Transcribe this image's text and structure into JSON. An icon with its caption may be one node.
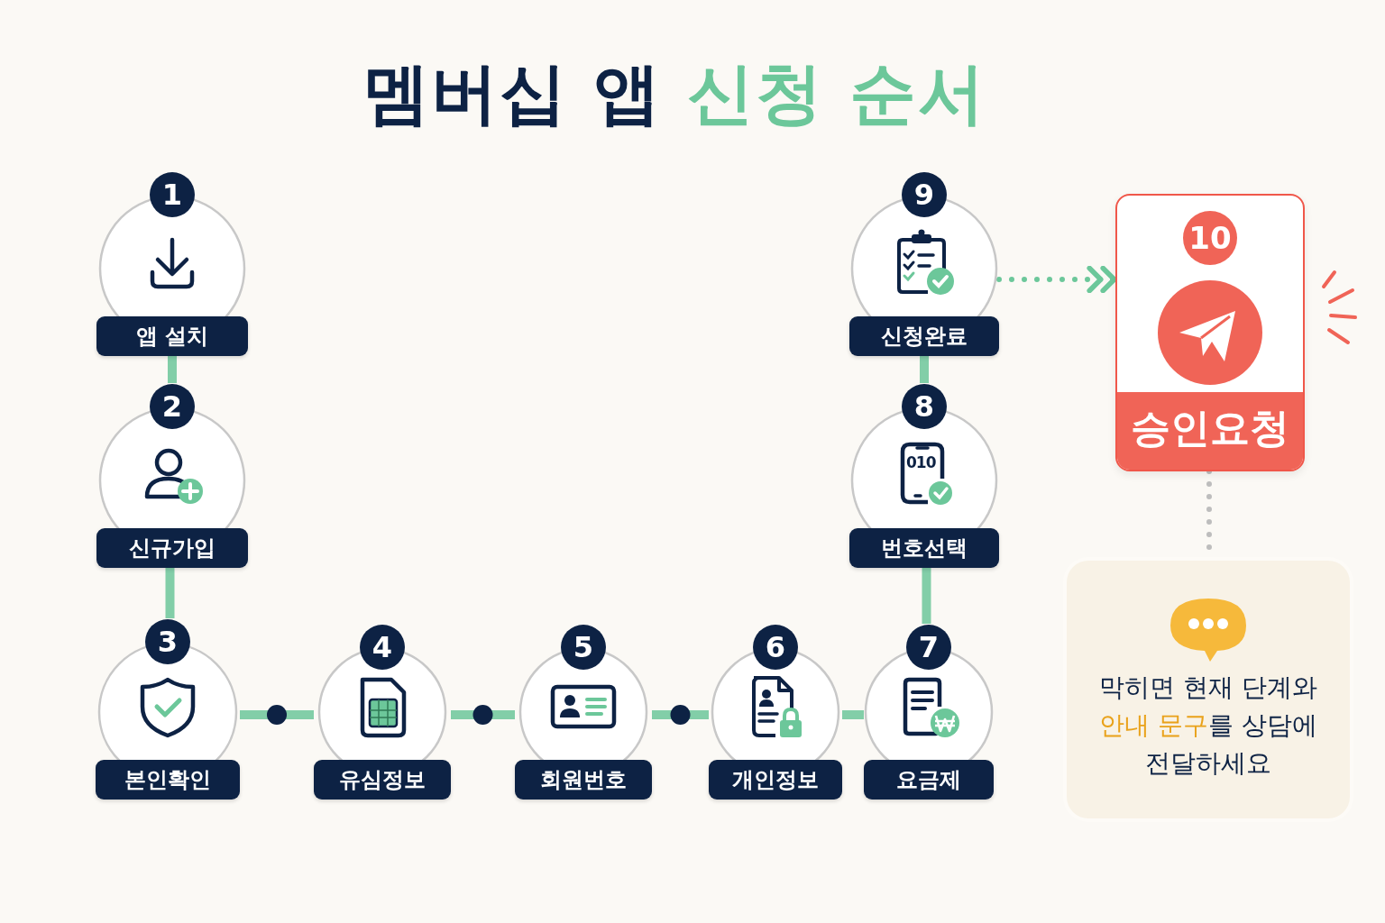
{
  "diagram": {
    "title": "멤버십 앱 **신청 순서**",
    "nodes": [
      {
        "text": [
          "1",
          "앱 설치"
        ]
      },
      {
        "text": [
          "2",
          "신규가입"
        ]
      },
      {
        "text": [
          "3",
          "본인확인"
        ]
      },
      {
        "text": [
          "4",
          "유심정보"
        ]
      },
      {
        "text": [
          "5",
          "회원번호"
        ]
      },
      {
        "text": [
          "6",
          "개인정보"
        ]
      },
      {
        "text": [
          "7",
          "요금제"
        ]
      },
      {
        "text": [
          "8",
          "010",
          "번호선택"
        ]
      },
      {
        "text": [
          "9",
          "신청완료"
        ]
      },
      {
        "text": [
          "10",
          "승인요청"
        ]
      },
      {
        "text": [
          "막히면 현재 단계와 **안내 문구**를 상담에 전달하세요"
        ]
      }
    ],
    "edges": [
      {
        "from": 0,
        "to": 1,
        "arrow": "none"
      },
      {
        "from": 1,
        "to": 2,
        "arrow": "none"
      },
      {
        "from": 2,
        "to": 3,
        "arrow": "none"
      },
      {
        "from": 3,
        "to": 4,
        "arrow": "none"
      },
      {
        "from": 4,
        "to": 5,
        "arrow": "none"
      },
      {
        "from": 5,
        "to": 6,
        "arrow": "none"
      },
      {
        "from": 6,
        "to": 7,
        "arrow": "none"
      },
      {
        "from": 7,
        "to": 8,
        "arrow": "none"
      },
      {
        "from": 8,
        "to": 9,
        "arrow": "to",
        "style": "dashed"
      },
      {
        "from": 9,
        "to": 10,
        "arrow": "none",
        "style": "dashed",
        "color": "#bdbdbd"
      }
    ]
  }
}
